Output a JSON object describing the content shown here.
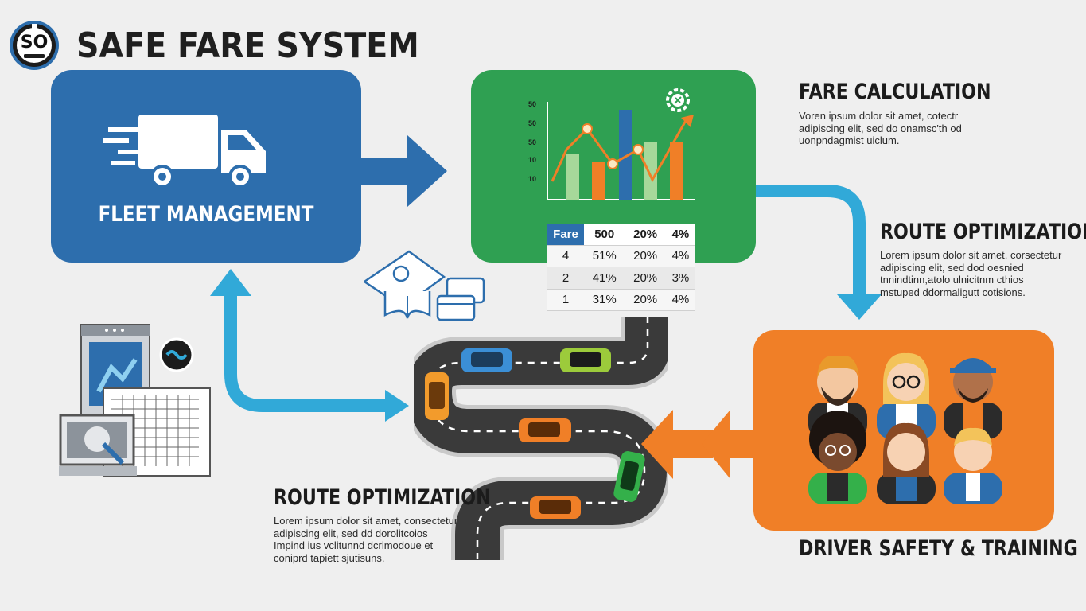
{
  "header": {
    "logo_text": "SO",
    "title": "SAFE FARE SYSTEM"
  },
  "fleet": {
    "label": "FLEET MANAGEMENT"
  },
  "fare_calc": {
    "title": "FARE CALCULATION",
    "text": "Voren ipsum dolor sit amet, cotectr\nadipiscing elit, sed do onamsc'th od\nuonpndagmist uiclum."
  },
  "route_top": {
    "title": "ROUTE OPTIMIZATION",
    "text": "Lorem ipsum dolor sit amet, corsectetur\nadipiscing elit, sed dod oesnied\ntnnindtinn,atolo ulnicitnm cthios\nmstuped ddormaligutt cotisions."
  },
  "route_bottom": {
    "title": "ROUTE OPTIMIZATION",
    "text": "Lorem ipsum dolor sit amet, consectetur\nadipiscing elit, sed dd dorolitcoios\nImpind ius vclitunnd dcrimodoue et\nconiprd tapiett sjutisuns."
  },
  "driver": {
    "label": "DRIVER SAFETY & TRAINING"
  },
  "chart_ticks": [
    "50",
    "50",
    "50",
    "10",
    "10"
  ],
  "table": {
    "rows": [
      [
        "Fare",
        "500",
        "20%",
        "4%"
      ],
      [
        "4",
        "51%",
        "20%",
        "4%"
      ],
      [
        "2",
        "41%",
        "20%",
        "3%"
      ],
      [
        "1",
        "31%",
        "20%",
        "4%"
      ]
    ]
  },
  "colors": {
    "blue": "#2d6ead",
    "green": "#2fa052",
    "orange": "#f07f27",
    "cyan": "#31a9d8",
    "road": "#3a3a3a"
  }
}
